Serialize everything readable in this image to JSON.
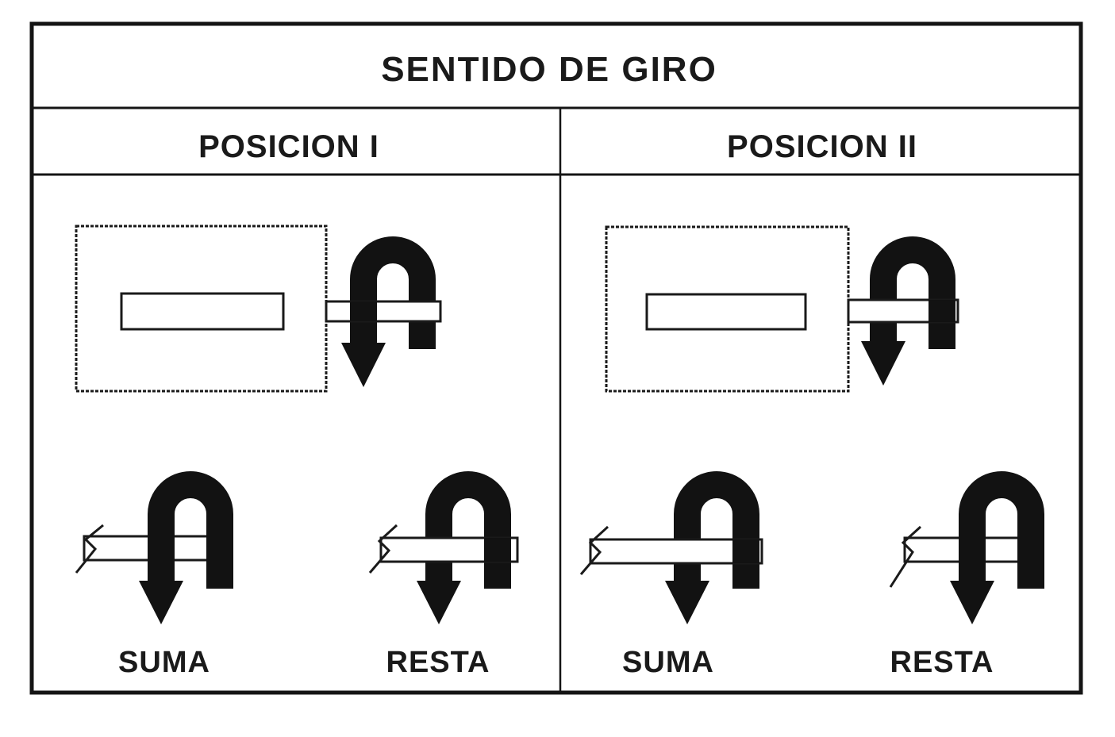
{
  "title": "SENTIDO DE GIRO",
  "positions": [
    {
      "label": "POSICION I",
      "rotations": [
        {
          "label": "SUMA"
        },
        {
          "label": "RESTA"
        }
      ]
    },
    {
      "label": "POSICION II",
      "rotations": [
        {
          "label": "SUMA"
        },
        {
          "label": "RESTA"
        }
      ]
    }
  ],
  "icons": [
    "motor-housing-icon",
    "shaft-icon",
    "rotation-arrow-icon"
  ],
  "colors": {
    "ink": "#141414",
    "paper": "#ffffff"
  }
}
